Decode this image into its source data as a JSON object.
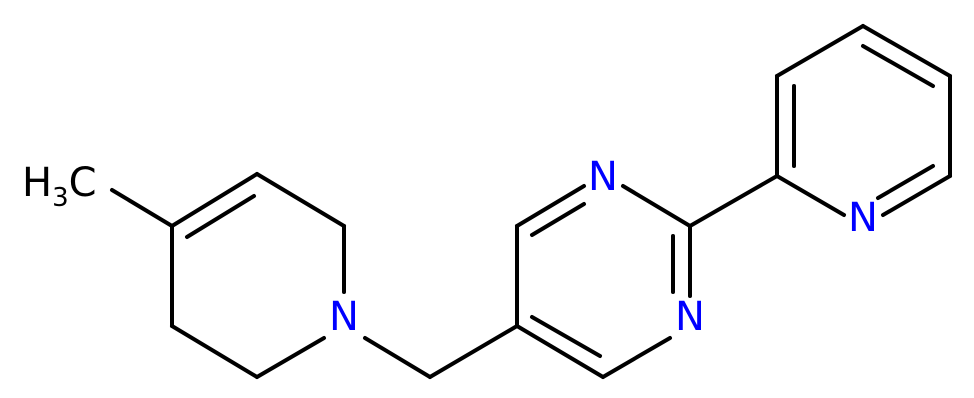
{
  "molecule": {
    "atoms": {
      "methyl": {
        "label": "H",
        "subscript": "3",
        "suffix": "C",
        "element": "C",
        "color": "#000000"
      },
      "n_tetrahydropyridine": {
        "label": "N",
        "element": "N",
        "color": "#0000ff"
      },
      "n_pyrimidine_1": {
        "label": "N",
        "element": "N",
        "color": "#0000ff"
      },
      "n_pyrimidine_3": {
        "label": "N",
        "element": "N",
        "color": "#0000ff"
      },
      "n_pyridine": {
        "label": "N",
        "element": "N",
        "color": "#0000ff"
      }
    },
    "bond_color": "#000000"
  }
}
